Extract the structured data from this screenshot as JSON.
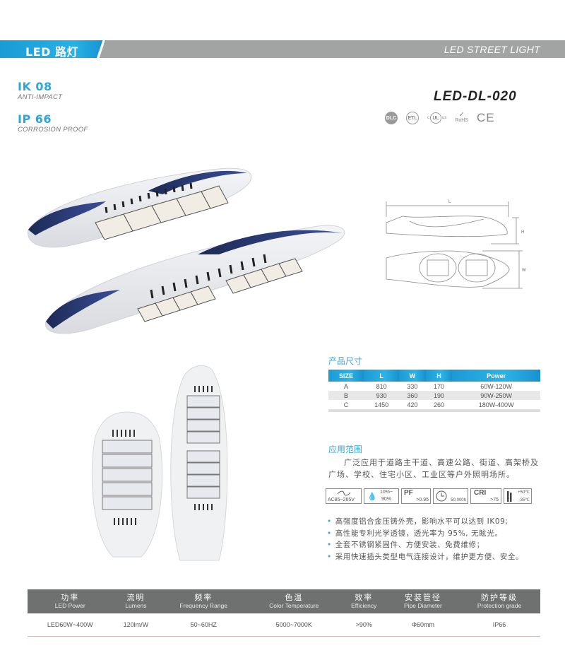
{
  "header": {
    "title": "LED 路灯",
    "subtitle": "LED STREET LIGHT",
    "colors": {
      "accent_blue": "#27b1e6",
      "banner_gray": "#a2a4a4"
    }
  },
  "ratings": [
    {
      "code": "IK 08",
      "desc": "ANTI-IMPACT"
    },
    {
      "code": "IP 66",
      "desc": "CORROSION PROOF"
    }
  ],
  "model": "LED-DL-020",
  "certifications": [
    {
      "icon": "dlc-logo",
      "label": "DLC"
    },
    {
      "icon": "etl-logo",
      "label": "ETL"
    },
    {
      "icon": "cul-us-logo",
      "prefix": "c",
      "label": "UL",
      "suffix": "us"
    },
    {
      "icon": "rohs-logo",
      "mark": "✓",
      "label": "RoHS"
    },
    {
      "icon": "ce-logo",
      "label": "CE"
    }
  ],
  "diagram": {
    "length_label": "L",
    "height_label": "H",
    "width_label": "W"
  },
  "size_section": {
    "title": "产品尺寸",
    "headers": [
      "SIZE",
      "L",
      "W",
      "H",
      "Power"
    ],
    "rows": [
      [
        "A",
        "810",
        "330",
        "170",
        "60W-120W"
      ],
      [
        "B",
        "930",
        "360",
        "190",
        "90W-250W"
      ],
      [
        "C",
        "1450",
        "420",
        "260",
        "180W-400W"
      ]
    ]
  },
  "application_section": {
    "title": "应用范围",
    "line1": "广泛应用于道路主干道、高速公路、街道、高架桥及",
    "line2": "广场、学校、住宅小区、工业区等户外照明场所。"
  },
  "spec_icons": [
    {
      "icon": "ac-wave-icon",
      "text": "AC85~265V"
    },
    {
      "icon": "humidity-drop-icon",
      "line1": "10%~",
      "line2": "90%"
    },
    {
      "icon": "pf-icon",
      "title": "PF",
      "value": ">0.95"
    },
    {
      "icon": "clock-icon",
      "value": "50,000h"
    },
    {
      "icon": "cri-icon",
      "title": "CRI",
      "value": ">75"
    },
    {
      "icon": "thermometer-icon",
      "line1": "+50℃",
      "line2": "-35℃"
    }
  ],
  "features": [
    "高强度铝合金压铸外壳，影响水平可以达到 IK09;",
    "高性能专利光学透镜，透光率为 95%, 无眩光。",
    "全套不锈钢紧固件、方便安装、免费维修；",
    "采用快速插头类型电气连接设计，维护更方便、安全。"
  ],
  "spec_table": {
    "headers": [
      {
        "zh": "功率",
        "en": "LED Power"
      },
      {
        "zh": "流明",
        "en": "Lumens"
      },
      {
        "zh": "频率",
        "en": "Frequency Range"
      },
      {
        "zh": "色温",
        "en": "Color Temperature"
      },
      {
        "zh": "效率",
        "en": "Efficiency"
      },
      {
        "zh": "安装管径",
        "en": "Pipe Diameter"
      },
      {
        "zh": "防护等级",
        "en": "Protection grade"
      }
    ],
    "values": [
      "LED60W~400W",
      "120lm/W",
      "50~60HZ",
      "5000~7000K",
      ">90%",
      "Φ60mm",
      "IP66"
    ]
  }
}
